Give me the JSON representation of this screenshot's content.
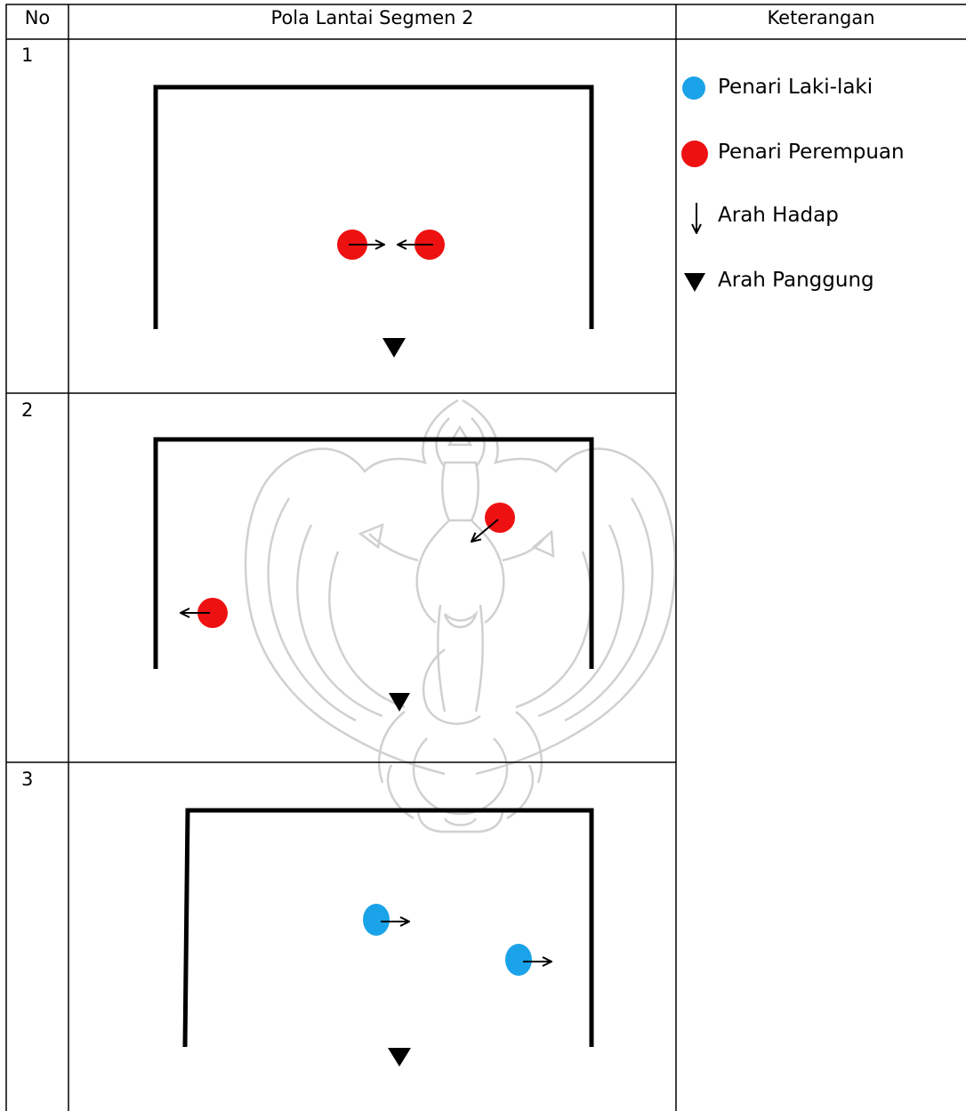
{
  "table": {
    "headers": {
      "no": "No",
      "pattern": "Pola Lantai Segmen 2",
      "legend": "Keterangan"
    },
    "rows": [
      {
        "number": "1"
      },
      {
        "number": "2"
      },
      {
        "number": "3"
      }
    ]
  },
  "legend": {
    "male_dancer": "Penari Laki-laki",
    "female_dancer": "Penari Perempuan",
    "facing_direction": "Arah Hadap",
    "stage_direction": "Arah Panggung"
  },
  "colors": {
    "male_dancer": "#1aa3e8",
    "female_dancer": "#ee1111",
    "line": "#000000",
    "watermark": "#c8c8c8"
  },
  "icons": {
    "male_dancer": "blue-circle",
    "female_dancer": "red-circle",
    "facing_direction": "arrow",
    "stage_direction": "down-triangle"
  }
}
